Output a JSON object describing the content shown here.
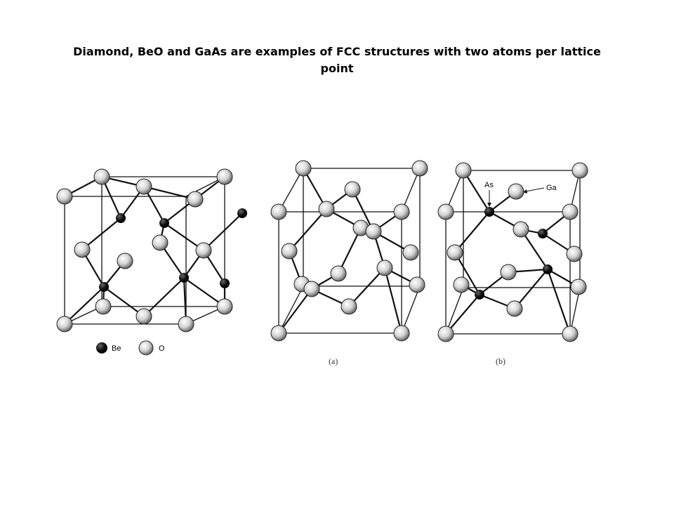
{
  "slide": {
    "title": "Diamond, BeO and GaAs are examples of FCC structures with two atoms per lattice point"
  },
  "figure": {
    "beo": {
      "legend": [
        {
          "symbol": "Be",
          "color": "dark"
        },
        {
          "symbol": "O",
          "color": "light"
        }
      ]
    },
    "diamond": {
      "label": "(a)"
    },
    "gaas": {
      "labels": {
        "as": "As",
        "ga": "Ga"
      },
      "label": "(b)"
    }
  },
  "colors": {
    "background": "#ffffff",
    "text": "#000000",
    "atom_light": "#d9d9d9",
    "atom_dark": "#1a1a1a"
  }
}
